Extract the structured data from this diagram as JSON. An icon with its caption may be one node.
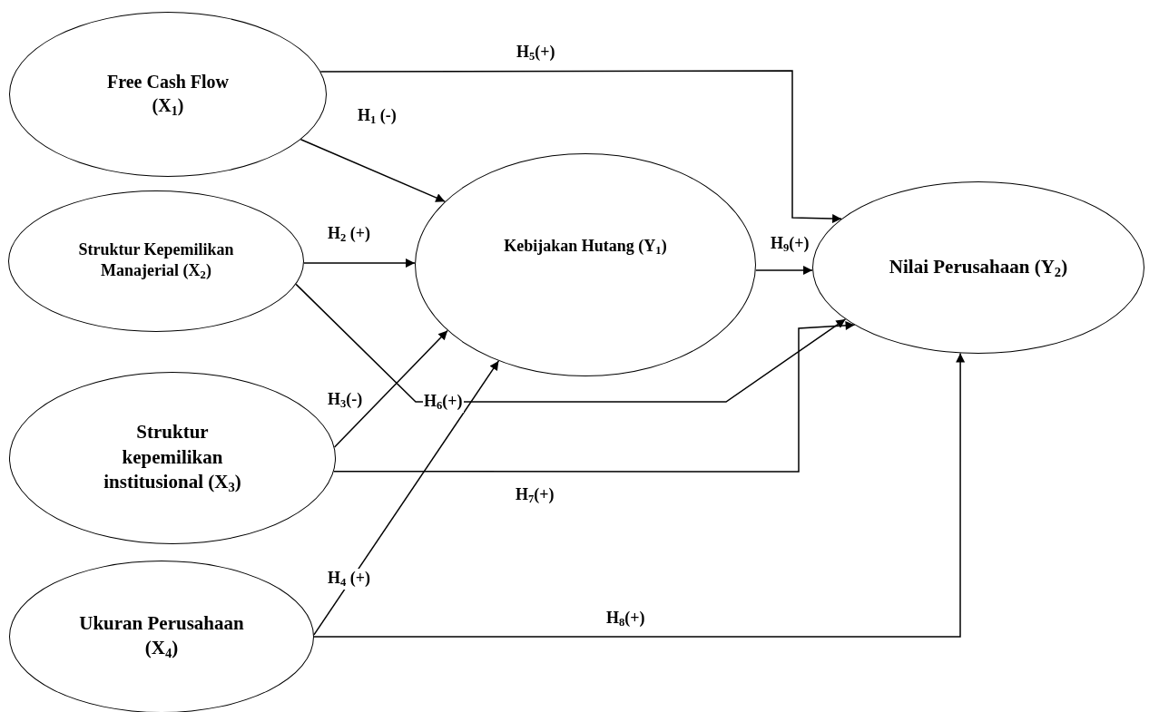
{
  "diagram": {
    "nodes": [
      {
        "text": [
          "Free Cash Flow (X$_{1}$)"
        ]
      },
      {
        "text": [
          "Struktur Kepemilikan Manajerial (X$_{2}$)"
        ]
      },
      {
        "text": [
          "Struktur kepemilikan institusional (X$_{3}$)"
        ]
      },
      {
        "text": [
          "Ukuran Perusahaan (X$_{4}$)"
        ]
      },
      {
        "text": [
          "Kebijakan Hutang (Y$_{1}$)"
        ]
      },
      {
        "text": [
          "Nilai Perusahaan (Y$_{2}$)"
        ]
      }
    ],
    "edges": [
      {
        "from": 0,
        "to": 4,
        "arrow": "to",
        "label": "H$_{1}$ (-)"
      },
      {
        "from": 1,
        "to": 4,
        "arrow": "to",
        "label": "H$_{2}$ (+)"
      },
      {
        "from": 2,
        "to": 4,
        "arrow": "to",
        "label": "H$_{3}$(-)"
      },
      {
        "from": 3,
        "to": 4,
        "arrow": "to",
        "label": "H$_{4}$ (+)"
      },
      {
        "from": 0,
        "to": 5,
        "arrow": "to",
        "label": "H$_{5}$(+)"
      },
      {
        "from": 1,
        "to": 5,
        "arrow": "to",
        "label": "H$_{6}$(+)"
      },
      {
        "from": 2,
        "to": 5,
        "arrow": "to",
        "label": "H$_{7}$(+)"
      },
      {
        "from": 3,
        "to": 5,
        "arrow": "to",
        "label": "H$_{8}$(+)"
      },
      {
        "from": 4,
        "to": 5,
        "arrow": "to",
        "label": "H$_{9}$(+)"
      }
    ]
  }
}
